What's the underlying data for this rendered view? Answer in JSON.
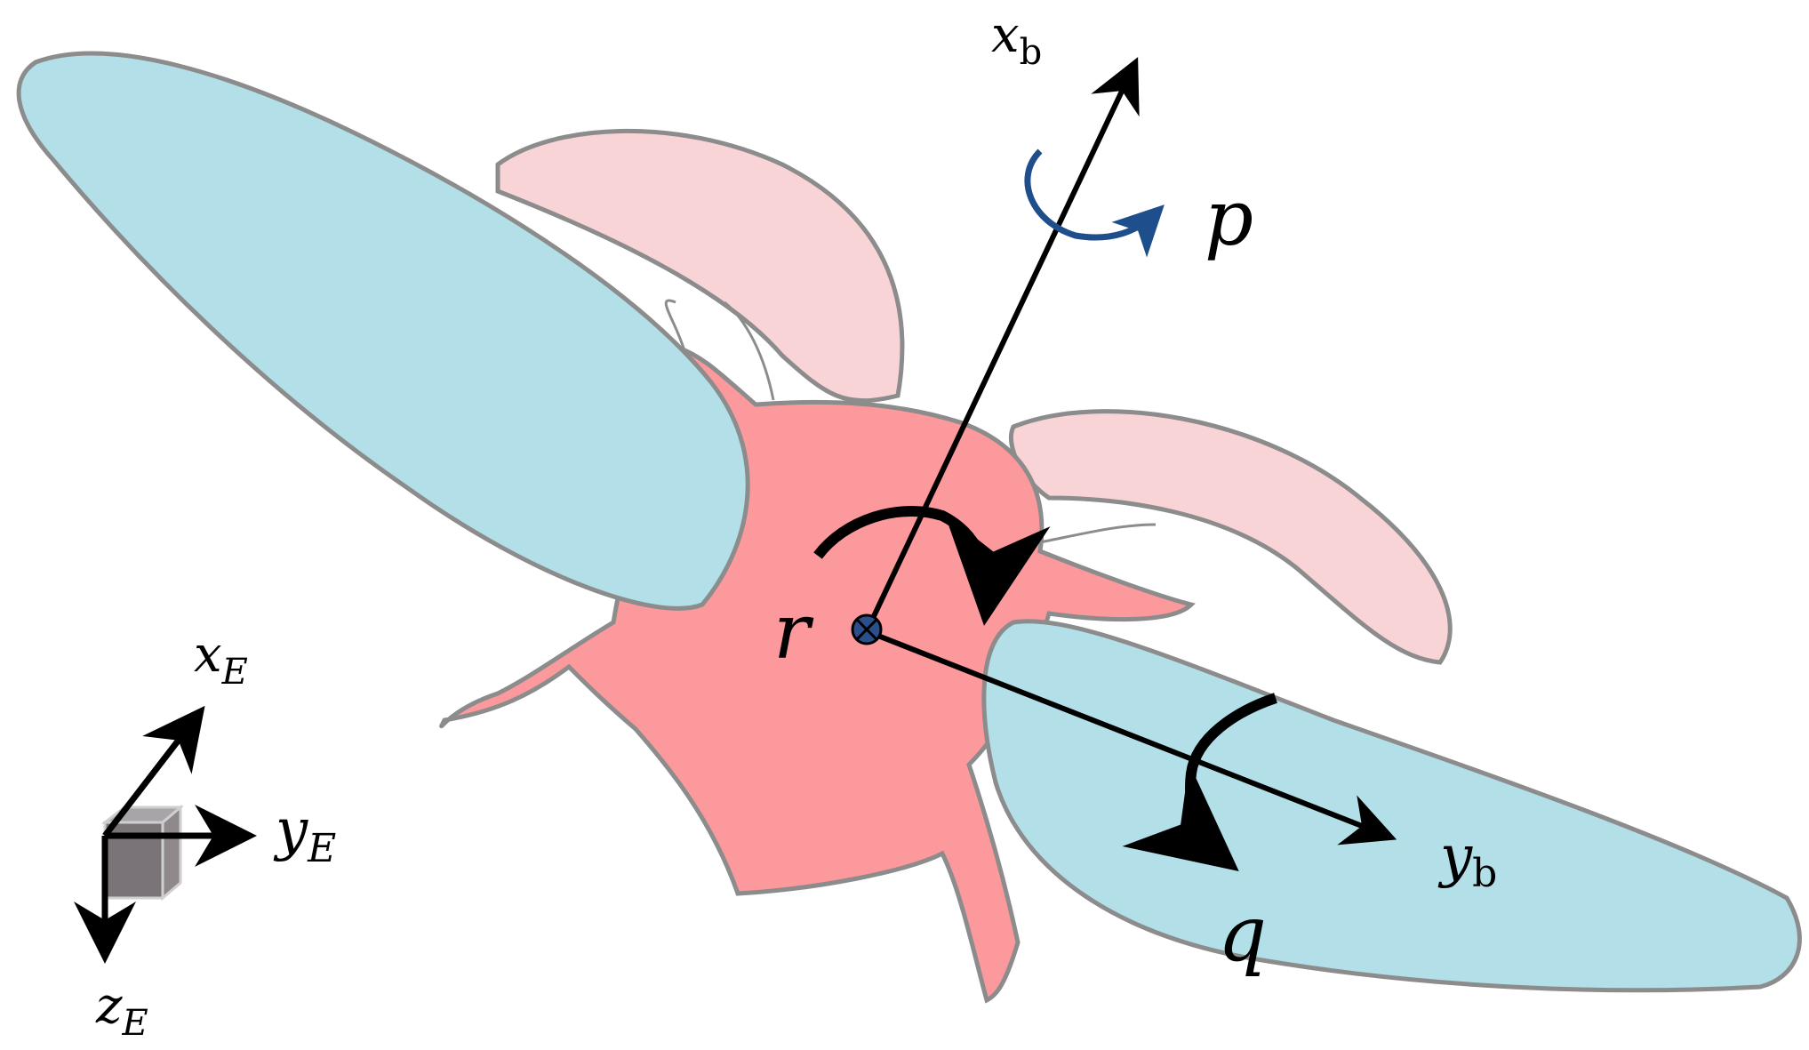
{
  "labels": {
    "xb": "x",
    "xb_sub": "b",
    "yb": "y",
    "yb_sub": "b",
    "p": "p",
    "q": "q",
    "r": "r",
    "xE": "x",
    "xE_sub": "E",
    "yE": "y",
    "yE_sub": "E",
    "zE": "z",
    "zE_sub": "E"
  },
  "colors": {
    "wing": "#b3dfe8",
    "hindwing": "#f9d4d6",
    "body": "#fc999d",
    "outline": "#8c8c8c",
    "axis": "#000000",
    "roll_arrow": "#1f4e8c",
    "origin_fill": "#2a4f8a"
  }
}
